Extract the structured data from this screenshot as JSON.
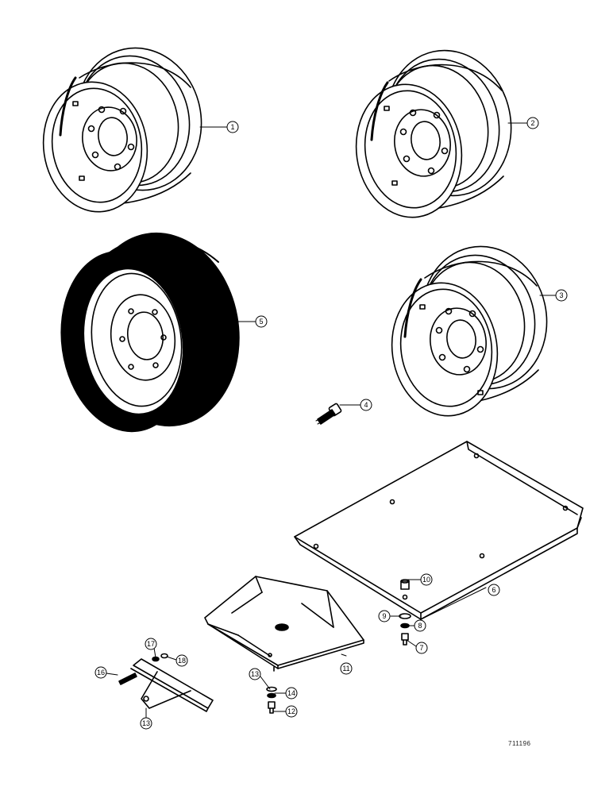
{
  "callouts": {
    "c1": "1",
    "c2": "2",
    "c3": "3",
    "c4": "4",
    "c5": "5",
    "c6": "6",
    "c7": "7",
    "c8": "8",
    "c9": "9",
    "c10": "10",
    "c11": "11",
    "c12": "12",
    "c13a": "13",
    "c13b": "13",
    "c14": "14",
    "c16": "16",
    "c17": "17",
    "c18": "18"
  },
  "drawing_ref": "711196",
  "colors": {
    "ink": "#000000",
    "paper": "#ffffff"
  }
}
